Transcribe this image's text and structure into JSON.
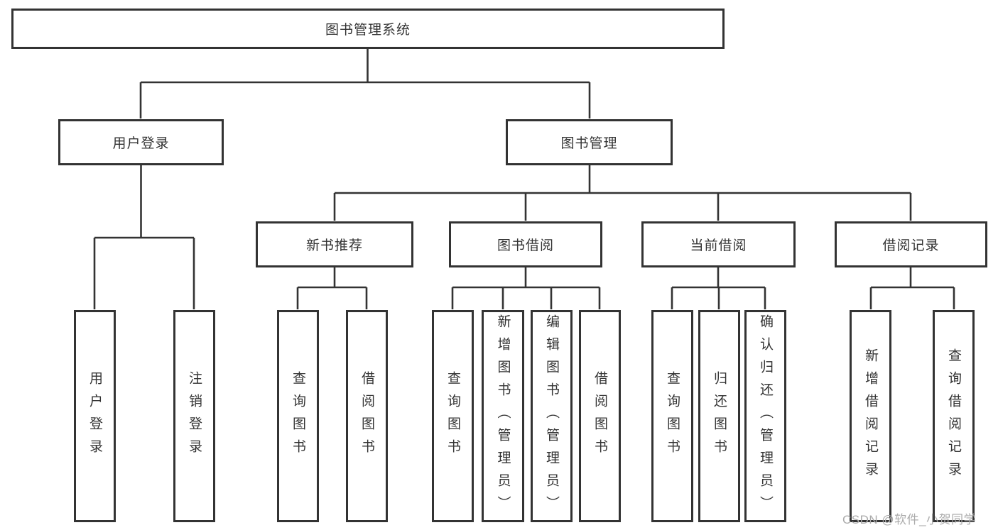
{
  "diagram": {
    "root": "图书管理系统",
    "branches": [
      {
        "label": "用户登录",
        "children": [
          "用户登录",
          "注销登录"
        ]
      },
      {
        "label": "图书管理",
        "groups": [
          {
            "label": "新书推荐",
            "children": [
              "查询图书",
              "借阅图书"
            ]
          },
          {
            "label": "图书借阅",
            "children": [
              "查询图书",
              "新增图书（管理员）",
              "编辑图书（管理员）",
              "借阅图书"
            ]
          },
          {
            "label": "当前借阅",
            "children": [
              "查询图书",
              "归还图书",
              "确认归还（管理员）"
            ]
          },
          {
            "label": "借阅记录",
            "children": [
              "新增借阅记录",
              "查询借阅记录"
            ]
          }
        ]
      }
    ]
  },
  "colors": {
    "line": "#333333",
    "text": "#333333",
    "watermark": "#ababab",
    "background": "#ffffff"
  },
  "watermark": "CSDN @软件_小贺同学"
}
